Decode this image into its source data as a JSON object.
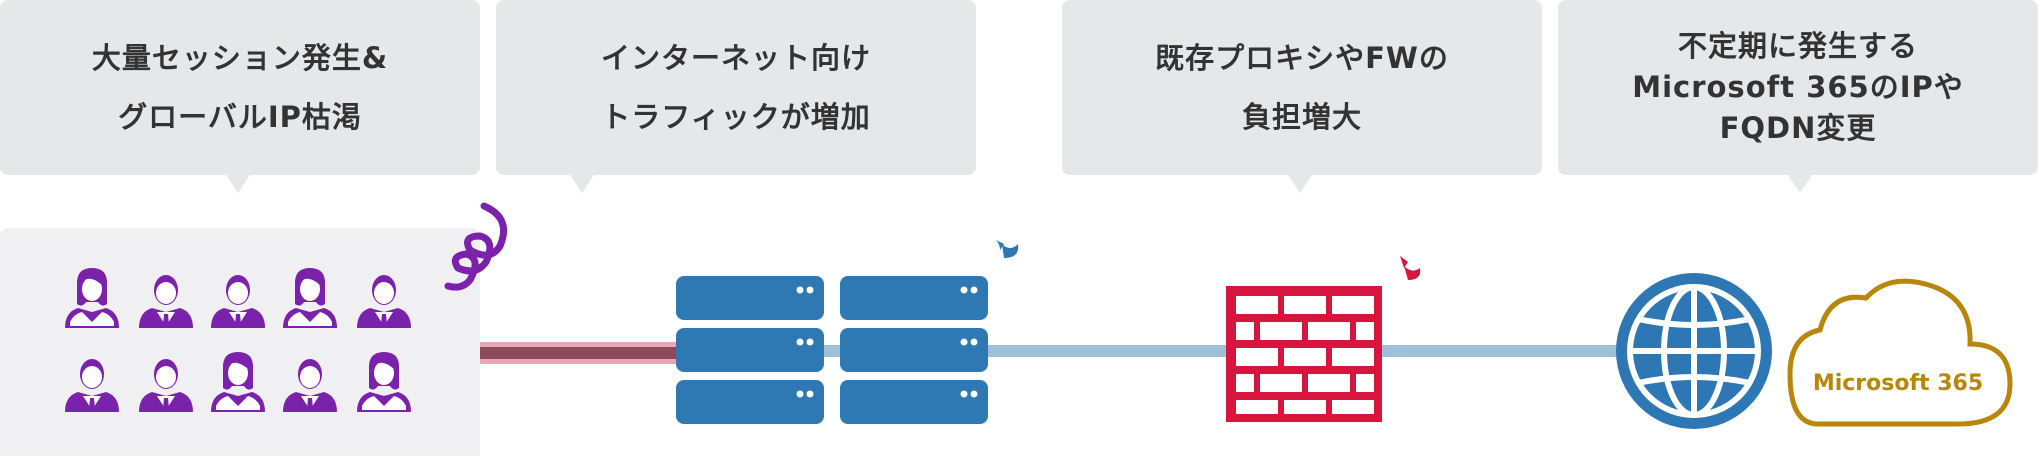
{
  "bubbles": [
    {
      "lines": [
        "大量セッション発生&",
        "グローバルIP枯渇"
      ]
    },
    {
      "lines": [
        "インターネット向け",
        "トラフィックが増加"
      ]
    },
    {
      "lines": [
        "既存プロキシやFWの",
        "負担増大"
      ]
    },
    {
      "lines": [
        "不定期に発生する",
        "Microsoft 365のIPや",
        "FQDN変更"
      ]
    }
  ],
  "cloud": {
    "label": "Microsoft 365"
  },
  "colors": {
    "bubble_bg": "#e6e7e9",
    "user_purple": "#7b22ad",
    "server_blue": "#2e78b4",
    "firewall_red": "#d6163e",
    "globe_blue": "#2d77b4",
    "cloud_gold": "#b8860b",
    "line_light_blue": "#9ec0d8",
    "line_pink": "#e8a6b6",
    "line_dark": "#8c4a5a"
  },
  "icons": [
    "female-user-icon",
    "male-user-icon",
    "server-icon",
    "firewall-icon",
    "globe-icon",
    "cloud-icon",
    "spring-icon",
    "sweat-drop-icon"
  ]
}
